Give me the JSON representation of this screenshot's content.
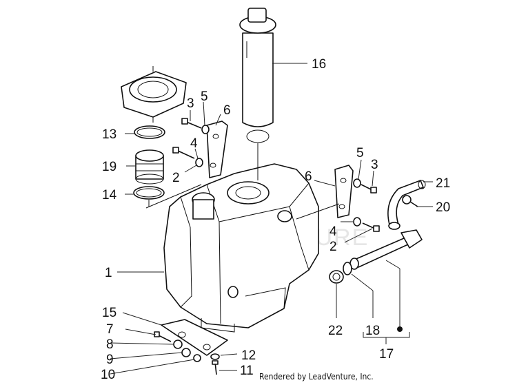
{
  "watermark": "LEADVENTURE",
  "footer": "Rendered by LeadVenture, Inc.",
  "callouts": {
    "c1": "1",
    "c2a": "2",
    "c2b": "2",
    "c3a": "3",
    "c3b": "3",
    "c4a": "4",
    "c4b": "4",
    "c5a": "5",
    "c5b": "5",
    "c6a": "6",
    "c6b": "6",
    "c7": "7",
    "c8": "8",
    "c9": "9",
    "c10": "10",
    "c11": "11",
    "c12": "12",
    "c13": "13",
    "c14": "14",
    "c15": "15",
    "c16": "16",
    "c17": "17",
    "c18": "18",
    "c19": "19",
    "c20": "20",
    "c21": "21",
    "c22": "22"
  }
}
